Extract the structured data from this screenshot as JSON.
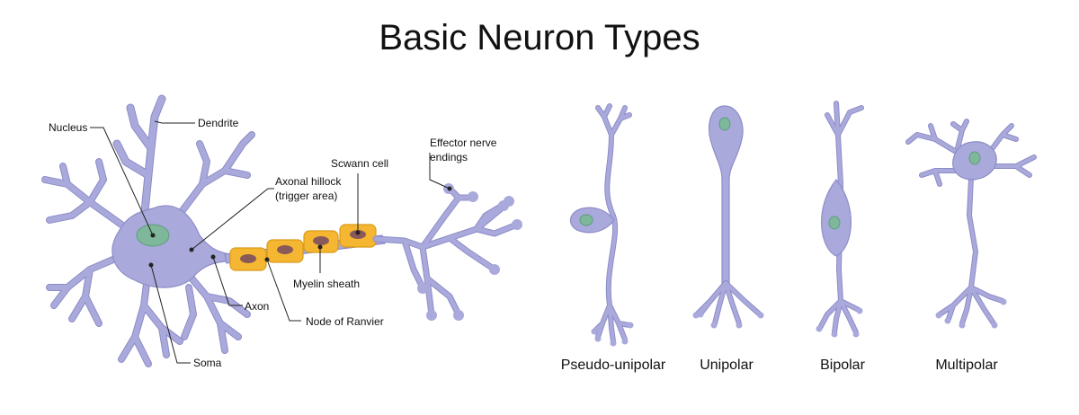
{
  "title": "Basic Neuron Types",
  "colors": {
    "membrane": "#a9a9dc",
    "nucleus": "#7fb79b",
    "myelin": "#f5b731",
    "schwann_nucleus": "#8a5a5a"
  },
  "labels": {
    "nucleus": "Nucleus",
    "dendrite": "Dendrite",
    "axonal_hillock_1": "Axonal hillock",
    "axonal_hillock_2": "(trigger area)",
    "schwann_cell": "Scwann cell",
    "effector_1": "Effector nerve",
    "effector_2": "endings",
    "myelin_sheath": "Myelin sheath",
    "axon": "Axon",
    "node_of_ranvier": "Node of Ranvier",
    "soma": "Soma"
  },
  "neuron_types": [
    {
      "key": "pseudo",
      "label": "Pseudo-unipolar"
    },
    {
      "key": "uni",
      "label": "Unipolar"
    },
    {
      "key": "bi",
      "label": "Bipolar"
    },
    {
      "key": "multi",
      "label": "Multipolar"
    }
  ]
}
